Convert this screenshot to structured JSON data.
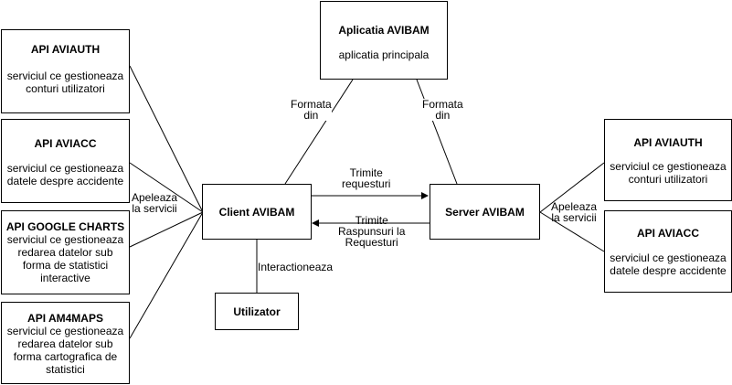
{
  "nodes": {
    "app": {
      "title": "Aplicatia AVIBAM",
      "desc": "aplicatia principala"
    },
    "api_aviauth_left": {
      "title": "API AVIAUTH",
      "desc": "serviciul ce gestioneaza conturi utilizatori"
    },
    "api_aviacc_left": {
      "title": "API AVIACC",
      "desc": "serviciul ce gestioneaza datele despre accidente"
    },
    "api_google_charts": {
      "title": "API GOOGLE CHARTS",
      "desc": "serviciul ce gestioneaza redarea datelor sub forma de statistici interactive"
    },
    "api_am4maps": {
      "title": "API AM4MAPS",
      "desc": "serviciul ce gestioneaza redarea datelor sub forma cartografica de statistici"
    },
    "client": {
      "title": "Client AVIBAM"
    },
    "server": {
      "title": "Server AVIBAM"
    },
    "user": {
      "title": "Utilizator"
    },
    "api_aviauth_right": {
      "title": "API AVIAUTH",
      "desc": "serviciul ce gestioneaza conturi utilizatori"
    },
    "api_aviacc_right": {
      "title": "API AVIACC",
      "desc": "serviciul ce gestioneaza datele despre accidente"
    }
  },
  "edge_labels": {
    "formata_left": [
      "Formata",
      "din"
    ],
    "formata_right": [
      "Formata",
      "din"
    ],
    "trimite_requesturi": [
      "Trimite",
      "requesturi"
    ],
    "trimite_raspunsuri": [
      "Trimite",
      "Raspunsuri la",
      "Requesturi"
    ],
    "apeleaza_left": [
      "Apeleaza",
      "la servicii"
    ],
    "apeleaza_right": [
      "Apeleaza",
      "la servicii"
    ],
    "interactioneaza": "Interactioneaza"
  }
}
